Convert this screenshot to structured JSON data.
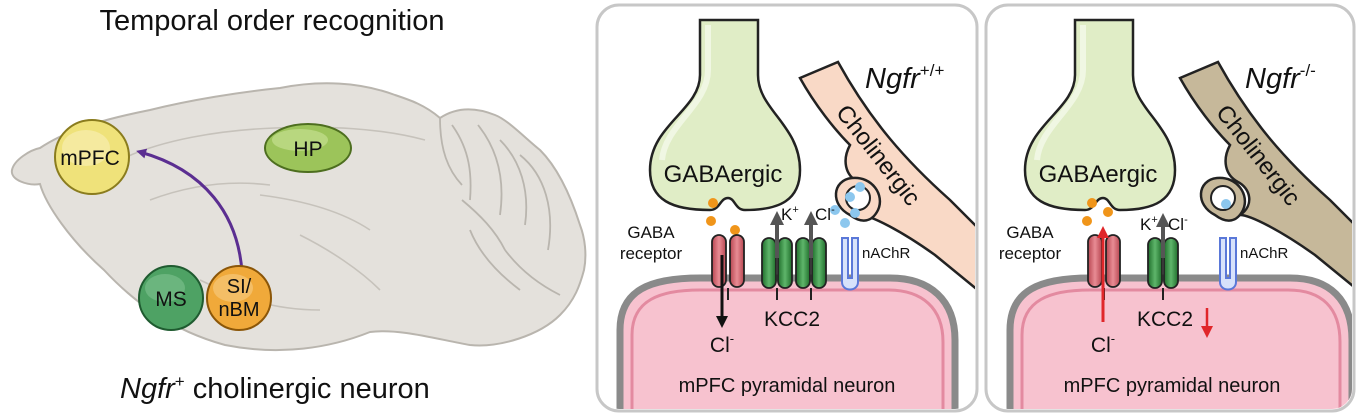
{
  "left": {
    "title": "Temporal order recognition",
    "regions": {
      "mpfc": "mPFC",
      "hp": "HP",
      "ms": "MS",
      "si_line1": "SI/",
      "si_line2": "nBM"
    },
    "caption_gene": "Ngfr",
    "caption_sup": "+",
    "caption_rest": " cholinergic neuron"
  },
  "panels": [
    {
      "genotype": "Ngfr",
      "genotype_sup": "+/+",
      "gaba_label": "GABAergic",
      "chol_label": "Cholinergic",
      "receptor_line1": "GABA",
      "receptor_line2": "receptor",
      "ion_k": "K",
      "ion_k_sup": "+",
      "ion_cl_top": "Cl",
      "ion_cl_sup": "-",
      "nachr": "nAChR",
      "kcc2": "KCC2",
      "cl_bottom": "Cl",
      "cl_bottom_sup": "-",
      "neuron_label": "mPFC pyramidal neuron"
    },
    {
      "genotype": "Ngfr",
      "genotype_sup": "-/-",
      "gaba_label": "GABAergic",
      "chol_label": "Cholinergic",
      "receptor_line1": "GABA",
      "receptor_line2": "receptor",
      "ion_k": "K",
      "ion_k_sup": "+",
      "ion_cl_top": "Cl",
      "ion_cl_sup": "-",
      "nachr": "nAChR",
      "kcc2": "KCC2",
      "cl_bottom": "Cl",
      "cl_bottom_sup": "-",
      "neuron_label": "mPFC pyramidal neuron"
    }
  ],
  "colors": {
    "brain": "#e4e1dc",
    "brain_outline": "#b9b5ae",
    "mpfc": "#efe27a",
    "hp": "#9cc45a",
    "ms": "#4ea264",
    "si": "#f0a93a",
    "projection_arrow": "#5b2e91",
    "gaba_terminal": "#e0edc6",
    "chol_wt": "#f9d9c6",
    "chol_ko": "#c6b89a",
    "neuron_fill": "#f7c2cf",
    "kcc2": "#2f8a3c",
    "gaba_receptor": "#c9656f",
    "nachr": "#5a78d8",
    "gaba_dot": "#f0951a",
    "ach_dot": "#8cc7ee",
    "red_arrow": "#e0262a"
  }
}
